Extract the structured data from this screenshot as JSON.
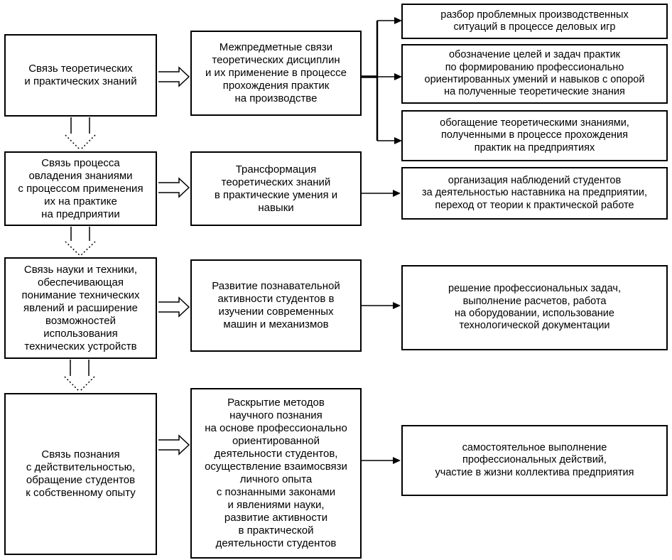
{
  "colors": {
    "ink": "#000000",
    "background": "#ffffff"
  },
  "boxes": {
    "left": [
      {
        "text": "Связь теоретических\nи практических знаний"
      },
      {
        "text": "Связь процесса\nовладения знаниями\nс процессом применения\nих на практике\nна предприятии"
      },
      {
        "text": "Связь науки и техники,\nобеспечивающая\nпонимание технических\nявлений и расширение\nвозможностей\nиспользования\nтехнических устройств"
      },
      {
        "text": "Связь познания\nс действительностью,\nобращение студентов\nк собственному опыту"
      }
    ],
    "middle": [
      {
        "text": "Межпредметные связи\nтеоретических дисциплин\nи их применение в процессе\nпрохождения практик\nна производстве"
      },
      {
        "text": "Трансформация\nтеоретических знаний\nв практические умения и\nнавыки"
      },
      {
        "text": "Развитие познавательной\nактивности студентов в\nизучении современных\nмашин и механизмов"
      },
      {
        "text": "Раскрытие методов\nнаучного познания\nна основе профессионально\nориентированной\nдеятельности студентов,\nосуществление взаимосвязи\nличного опыта\nс познанными законами\nи явлениями науки,\nразвитие активности\nв практической\nдеятельности студентов"
      }
    ],
    "right": [
      {
        "text": "разбор проблемных производственных\nситуаций в процессе деловых игр"
      },
      {
        "text": "обозначение целей и задач практик\nпо формированию профессионально\nориентированных умений и навыков с опорой\nна полученные теоретические знания"
      },
      {
        "text": "обогащение теоретическими знаниями,\nполученными в процессе прохождения\nпрактик на предприятиях"
      },
      {
        "text": "организация наблюдений студентов\nза деятельностью наставника на предприятии,\nпереход от теории к практической работе"
      },
      {
        "text": "решение профессиональных задач,\nвыполнение расчетов, работа\nна оборудовании, использование\nтехнологической документации"
      },
      {
        "text": "самостоятельное выполнение\nпрофессиональных действий,\nучастие в жизни коллектива предприятия"
      }
    ]
  }
}
